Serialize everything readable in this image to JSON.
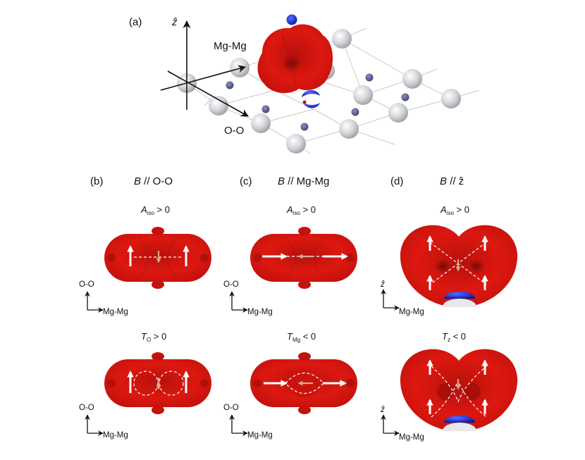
{
  "panel_a": {
    "letter": "(a)",
    "axis_z": "ẑ",
    "label_mgmg": "Mg-Mg",
    "label_oo": "O-O"
  },
  "panels": [
    {
      "letter": "(b)",
      "title_italic": "B",
      "title_rest": " // O-O",
      "top_cond_symbol": "A",
      "top_cond_sub": "iso",
      "top_cond_rest": " > 0",
      "bottom_cond_symbol": "T",
      "bottom_cond_sub": "O",
      "bottom_cond_rest": " > 0",
      "axis_vertical": "O-O",
      "axis_horizontal": "Mg-Mg"
    },
    {
      "letter": "(c)",
      "title_italic": "B",
      "title_rest": " // Mg-Mg",
      "top_cond_symbol": "A",
      "top_cond_sub": "iso",
      "top_cond_rest": " > 0",
      "bottom_cond_symbol": "T",
      "bottom_cond_sub": "Mg",
      "bottom_cond_rest": " < 0",
      "axis_vertical": "O-O",
      "axis_horizontal": "Mg-Mg"
    },
    {
      "letter": "(d)",
      "title_italic": "B",
      "title_rest": " // ẑ",
      "top_cond_symbol": "A",
      "top_cond_sub": "iso",
      "top_cond_rest": " > 0",
      "bottom_cond_symbol": "T",
      "bottom_cond_sub": "z",
      "bottom_cond_rest": " < 0",
      "axis_vertical": "ẑ",
      "axis_horizontal": "Mg-Mg"
    }
  ],
  "colors": {
    "lobe": "#d8150f",
    "lobe_dark": "#8e0d08",
    "atom_mg": "#d2d4d8",
    "atom_o": "#555a8c",
    "cap_blue": "#1a2fd0"
  }
}
